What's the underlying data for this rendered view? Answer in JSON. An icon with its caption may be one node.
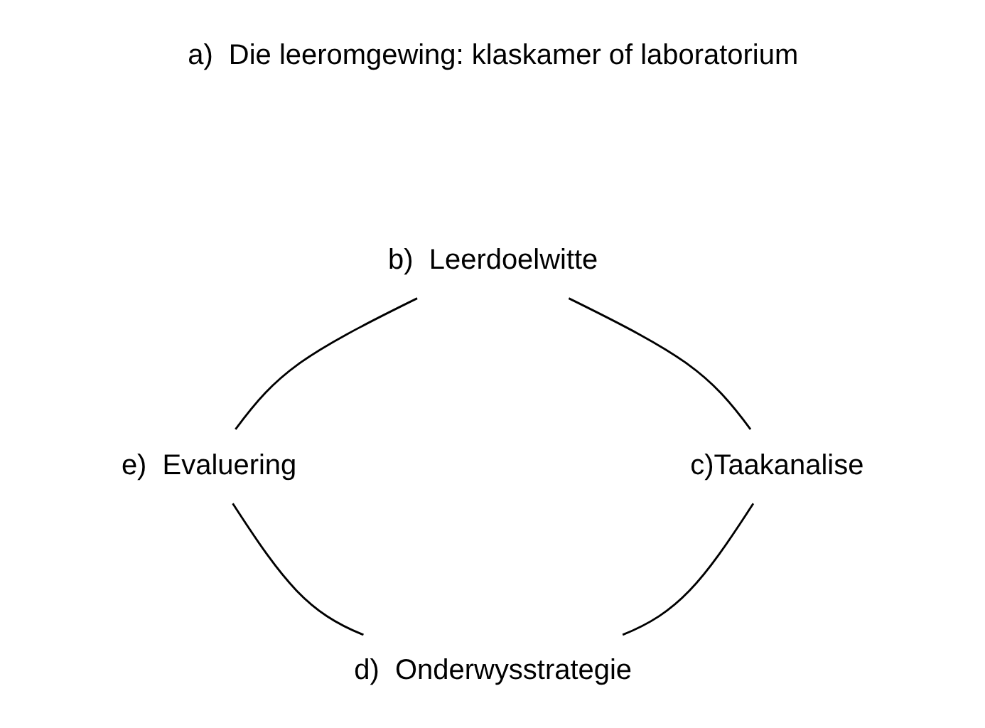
{
  "diagram": {
    "nodes": [
      {
        "text": [
          "b)  Leerdoelwitte"
        ]
      },
      {
        "text": [
          "e)  Evaluering"
        ]
      },
      {
        "text": [
          "c)Taakanalise"
        ]
      },
      {
        "text": [
          "d)  Onderwysstrategie"
        ]
      }
    ],
    "edges": [
      {
        "from": 1,
        "to": 0,
        "arrow": "none"
      },
      {
        "from": 0,
        "to": 2,
        "arrow": "none"
      },
      {
        "from": 2,
        "to": 3,
        "arrow": "none"
      },
      {
        "from": 3,
        "to": 1,
        "arrow": "none"
      }
    ],
    "labels": [
      "a)  Die leeromgewing: klaskamer of laboratorium"
    ]
  }
}
